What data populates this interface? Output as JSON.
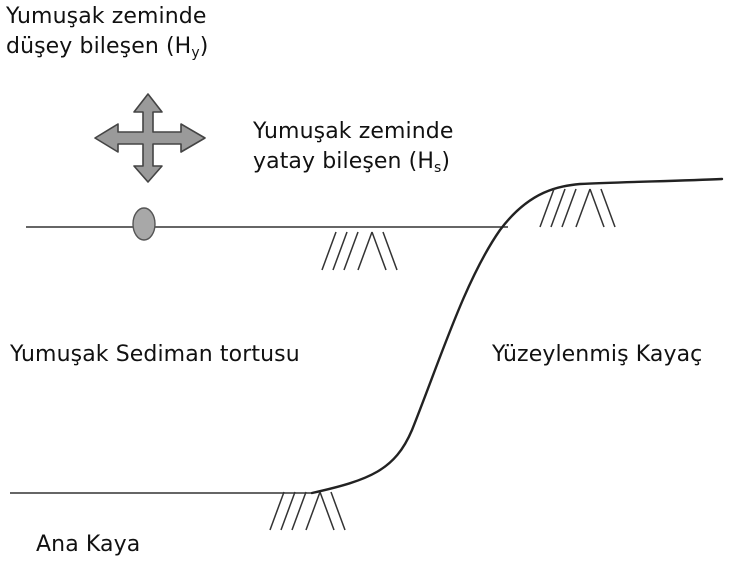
{
  "labels": {
    "vertical_component": {
      "line1": "Yumuşak zeminde",
      "line2_prefix": "düşey bileşen (H",
      "line2_sub": "y",
      "line2_suffix": ")"
    },
    "horizontal_component": {
      "line1": "Yumuşak zeminde",
      "line2_prefix": "yatay bileşen (H",
      "line2_sub": "s",
      "line2_suffix": ")"
    },
    "soft_sediment": "Yumuşak Sediman tortusu",
    "exposed_rock": "Yüzeylenmiş Kayaç",
    "bedrock": "Ana Kaya"
  },
  "colors": {
    "line": "#333333",
    "arrow_fill": "#9a9a9a",
    "arrow_stroke": "#444444",
    "sensor_fill": "#a8a8a8"
  },
  "icons": {
    "arrows": "four-way-arrow-icon",
    "sensor": "sensor-ellipse-icon",
    "hatch": "ground-hatch-icon"
  }
}
